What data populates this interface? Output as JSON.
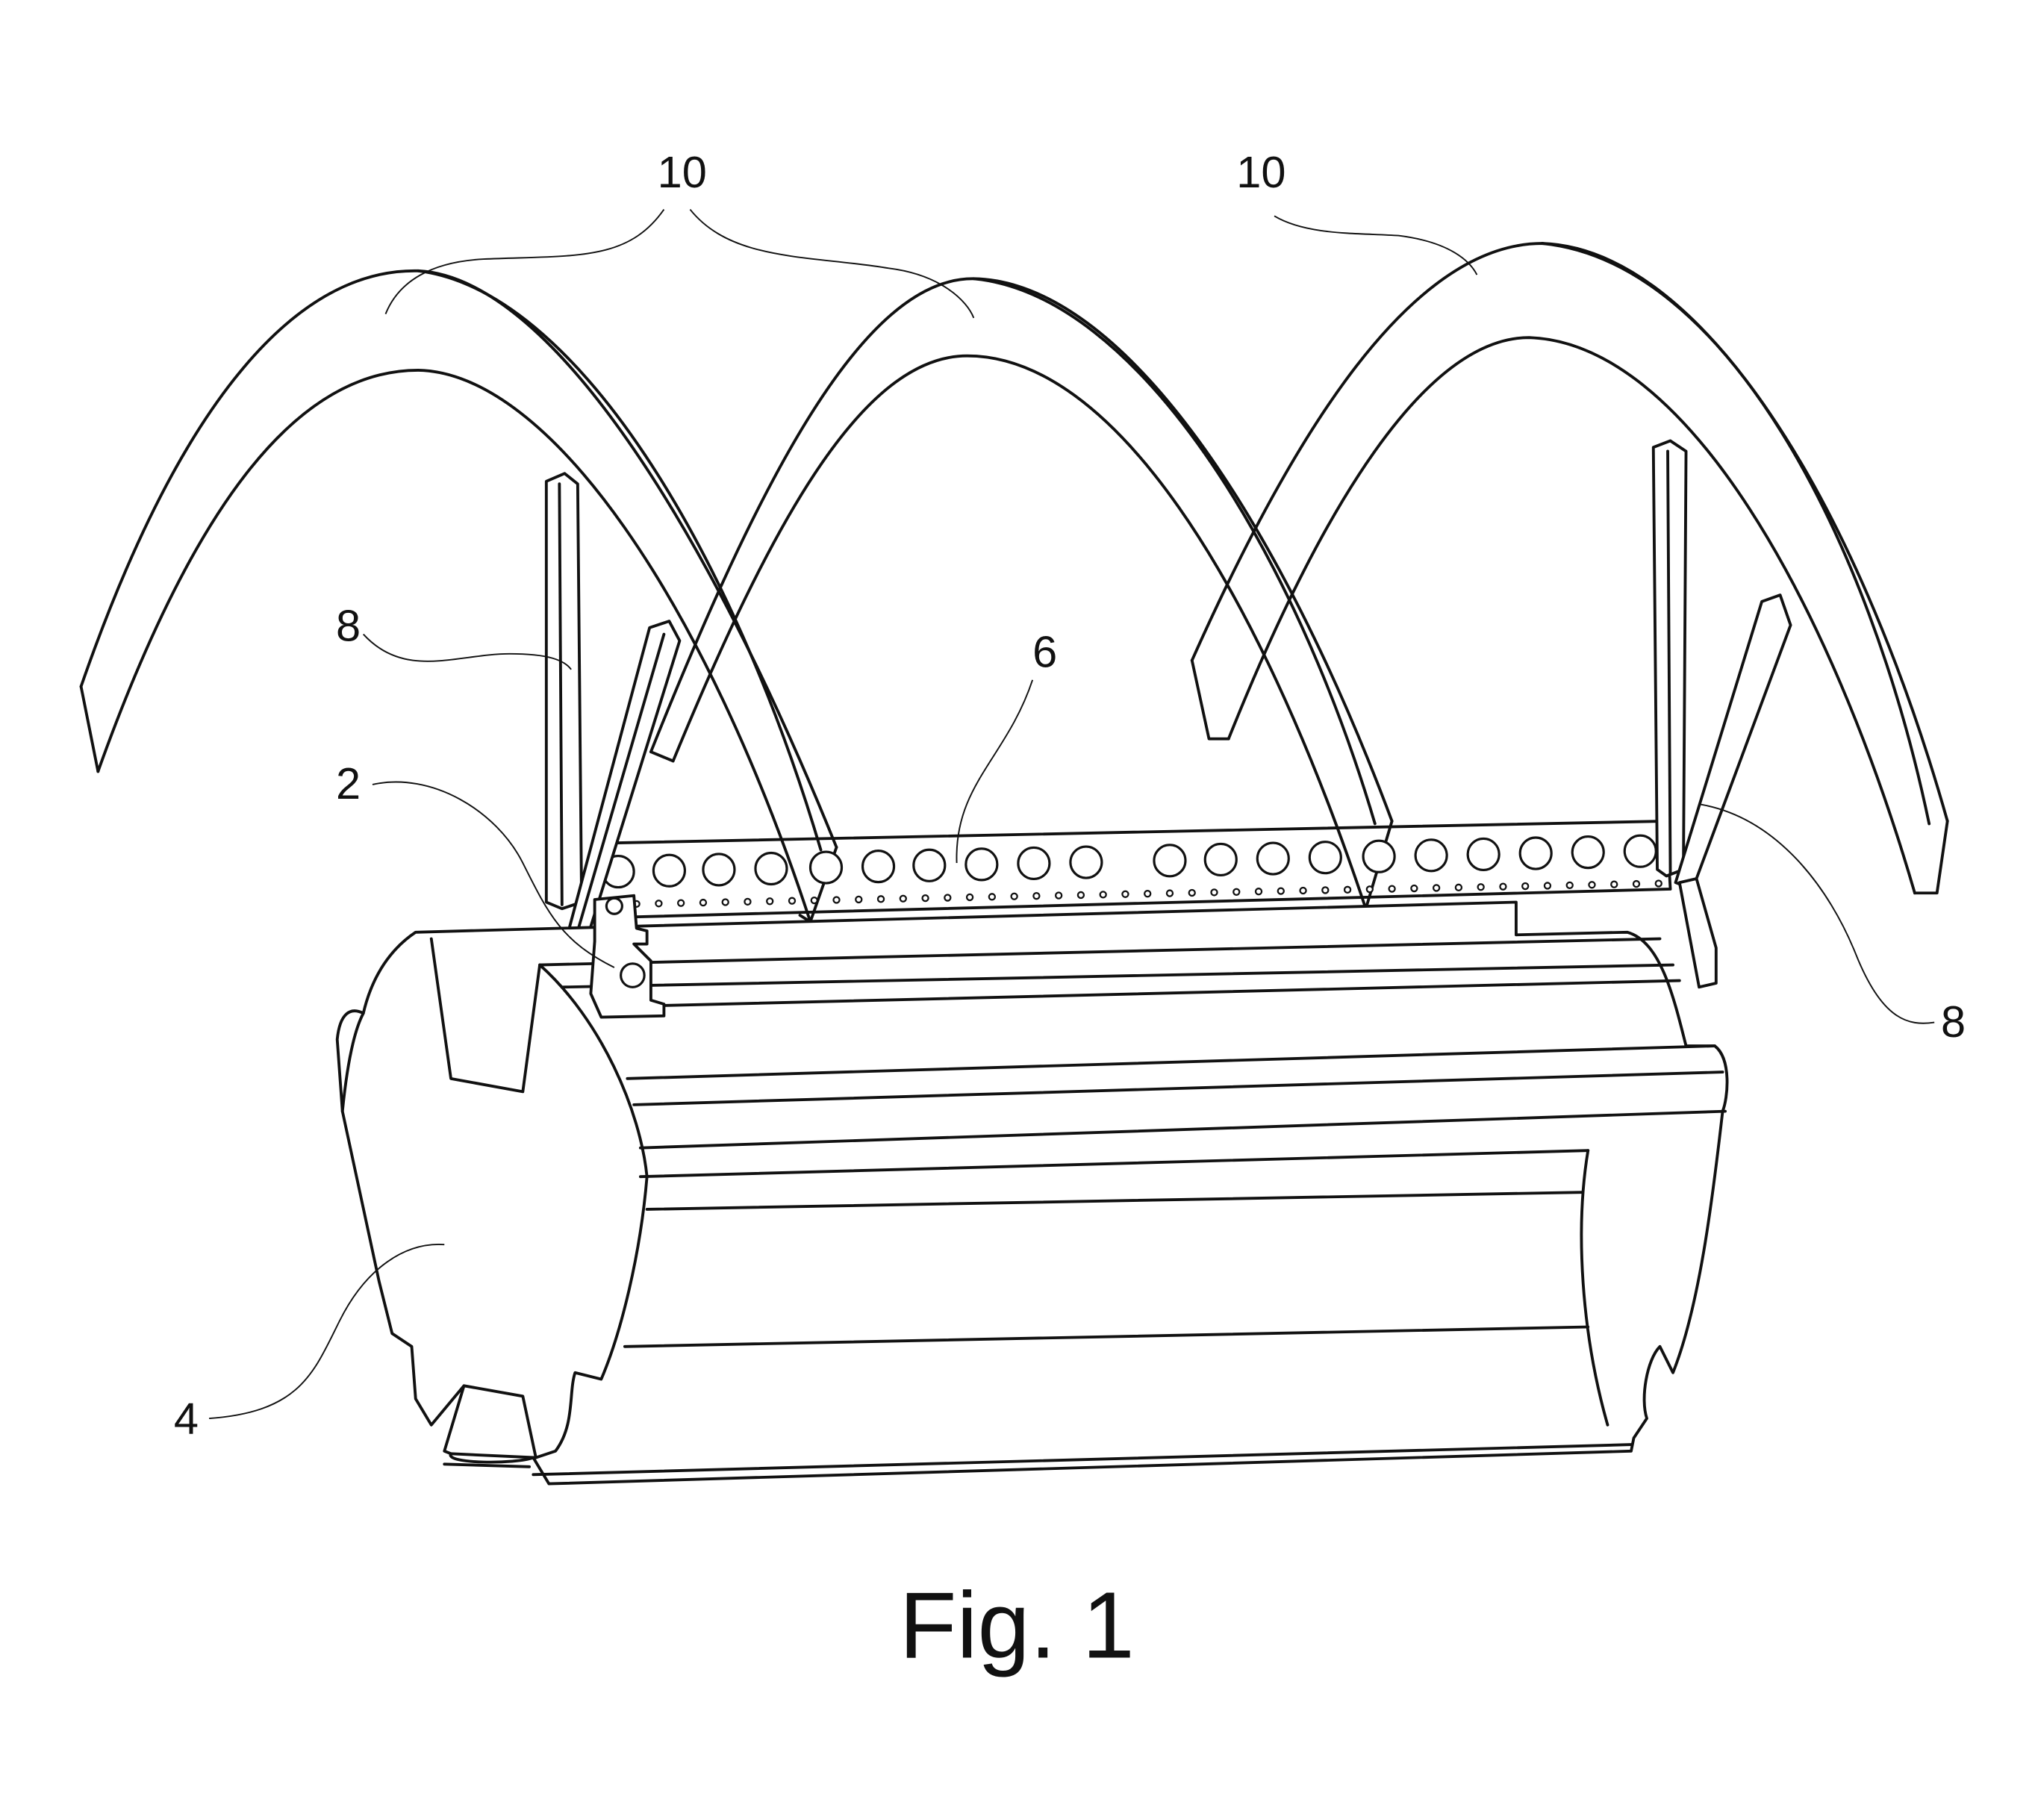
{
  "figure": {
    "caption": "Fig. 1",
    "reference_labels": {
      "arch_left": "10",
      "arch_right": "10",
      "post_left": "8",
      "perforated_bar": "6",
      "clamp": "2",
      "post_right": "8",
      "housing": "4"
    }
  }
}
